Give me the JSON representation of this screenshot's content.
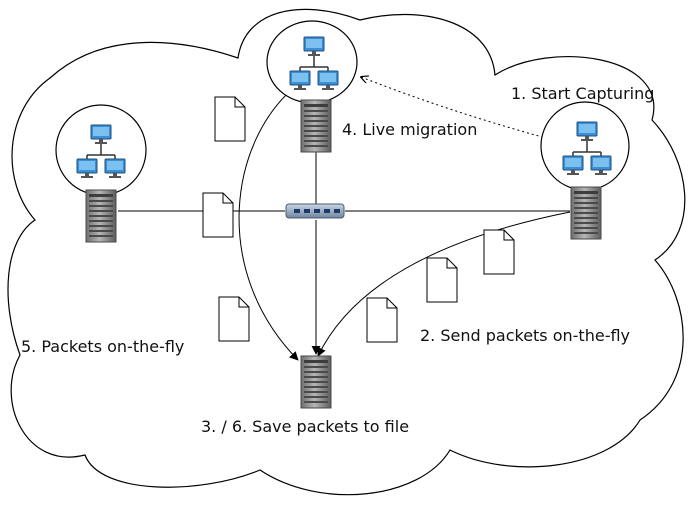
{
  "labels": {
    "start_capturing": "1. Start Capturing",
    "send_packets": "2. Send  packets on-the-fly",
    "save_packets": "3. / 6. Save packets to file",
    "live_migration": "4. Live migration",
    "packets_on_the_fly": "5. Packets on-the-fly"
  },
  "icons": {
    "server": "server-icon",
    "switch": "network-switch-icon",
    "vm_network": "virtual-network-icon",
    "packet": "packet-document-icon"
  },
  "colors": {
    "stroke": "#000000",
    "monitor": "#3a8fd6",
    "server_body": "#8c8c8c",
    "switch_body": "#8aa0b8"
  }
}
